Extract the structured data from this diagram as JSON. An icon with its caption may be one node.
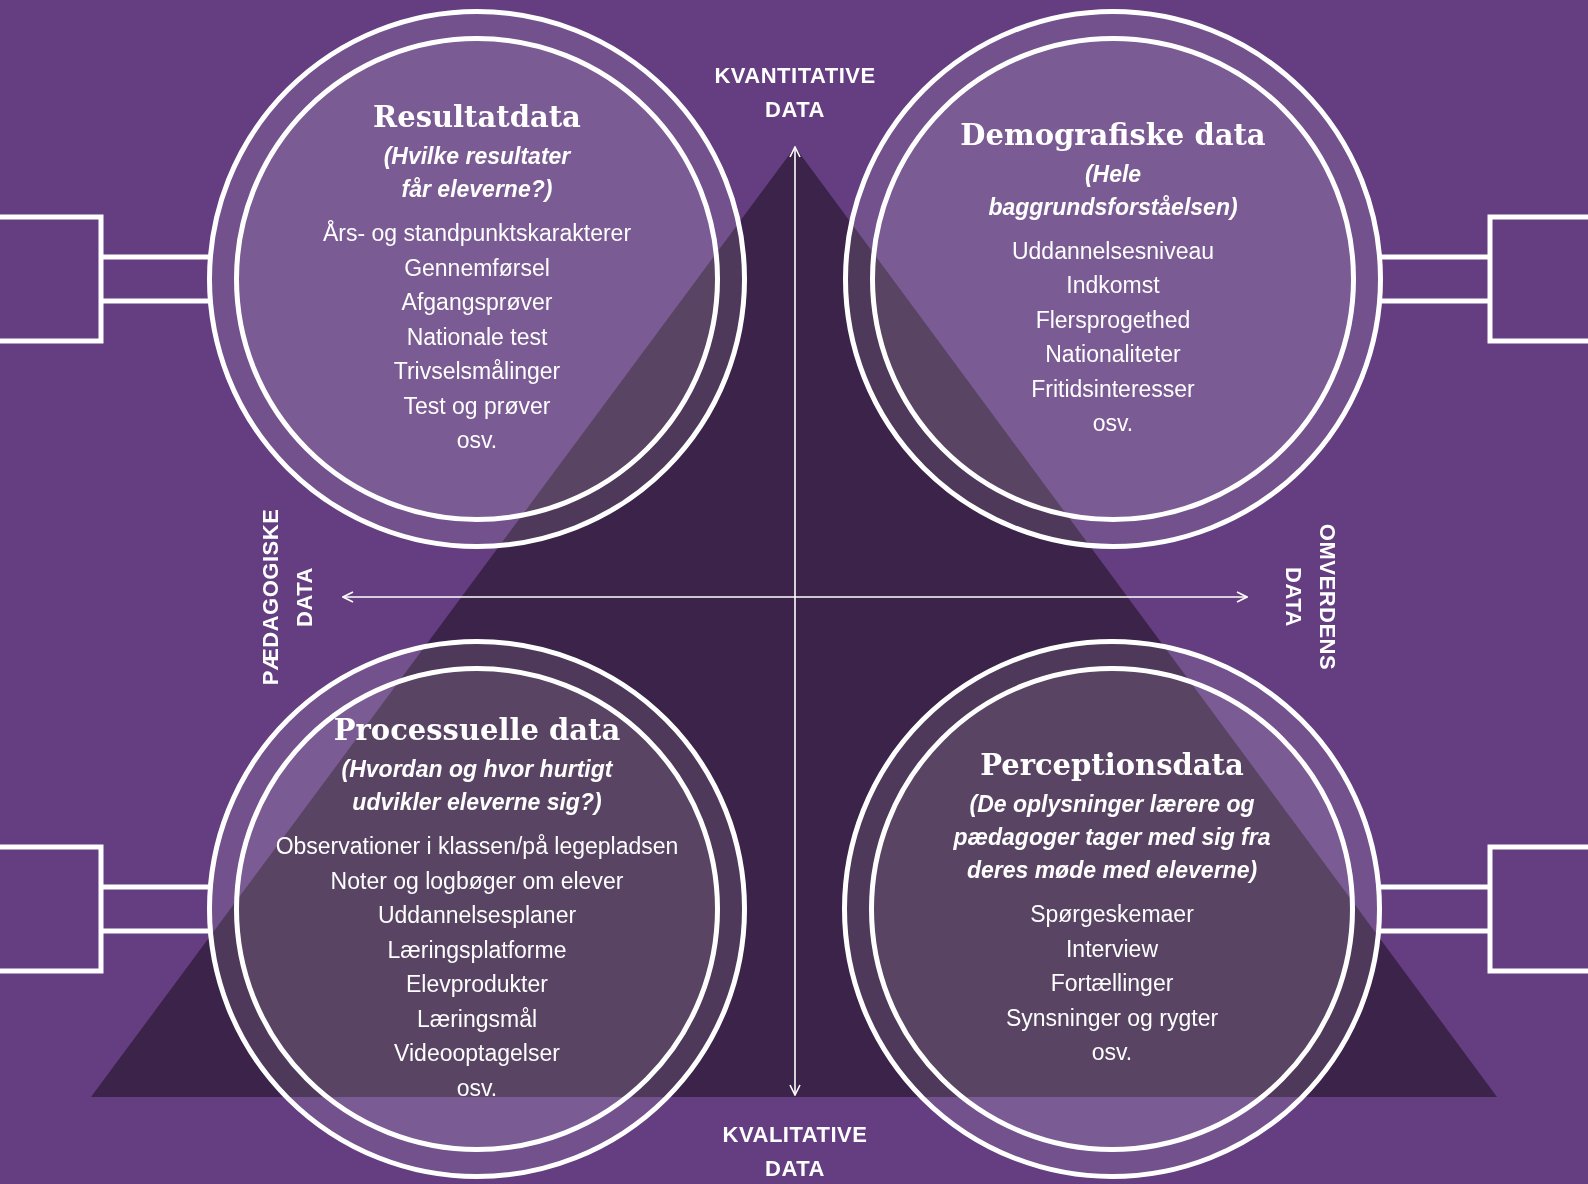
{
  "diagram": {
    "nodes": [
      {
        "text": [
          "Resultatdata",
          "(Hvilke resultater får eleverne?)",
          "Års- og standpunktskarakterer",
          "Gennemførsel",
          "Afgangsprøver",
          "Nationale test",
          "Trivselsmålinger",
          "Test og prøver",
          "osv."
        ]
      },
      {
        "text": [
          "Demografiske data",
          "(Hele baggrundsforståelsen)",
          "Uddannelsesniveau",
          "Indkomst",
          "Flersprogethed",
          "Nationaliteter",
          "Fritidsinteresser",
          "osv."
        ]
      },
      {
        "text": [
          "Processuelle data",
          "(Hvordan og hvor hurtigt udvikler eleverne sig?)",
          "Observationer i klassen/på legepladsen",
          "Noter og logbøger om elever",
          "Uddannelsesplaner",
          "Læringsplatforme",
          "Elevprodukter",
          "Læringsmål",
          "Videooptagelser",
          "osv."
        ]
      },
      {
        "text": [
          "Perceptionsdata",
          "(De oplysninger lærere og pædagoger tager med sig fra deres møde med eleverne)",
          "Spørgeskemaer",
          "Interview",
          "Fortællinger",
          "Synsninger og rygter",
          "osv."
        ]
      }
    ],
    "edges": [],
    "labels": [
      "KVANTITATIVE DATA",
      "PÆDAGOGISKE DATA",
      "OMVERDENS DATA",
      "KVALITATIVE DATA"
    ]
  }
}
